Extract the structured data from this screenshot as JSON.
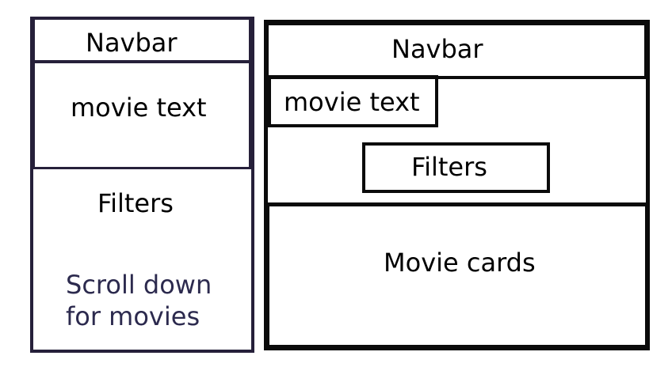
{
  "mobile": {
    "navbar": "Navbar",
    "movie_text": "movie text",
    "filters": "Filters",
    "scroll_hint": [
      "Scroll down",
      "for movies"
    ]
  },
  "desktop": {
    "navbar": "Navbar",
    "movie_text": "movie text",
    "filters": "Filters",
    "movie_cards": "Movie cards"
  },
  "colors": {
    "mobile_stroke": "#26203a",
    "desktop_stroke": "#0b0b0b",
    "scroll_hint_text": "#2c2a4e"
  }
}
